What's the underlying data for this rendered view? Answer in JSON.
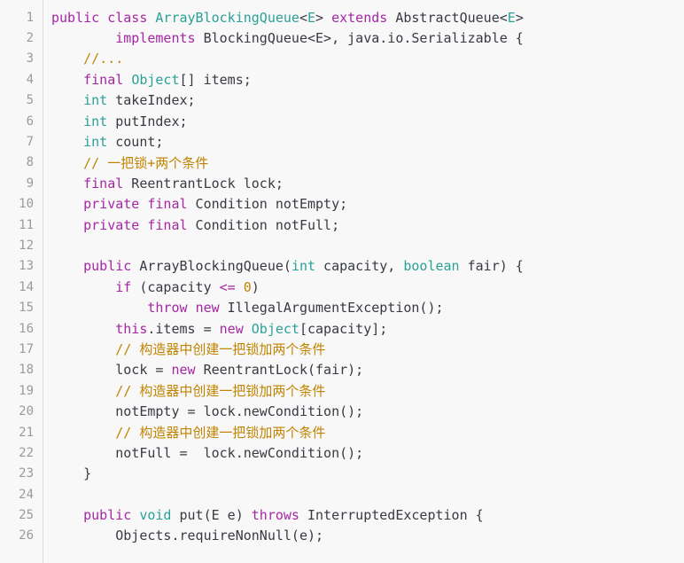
{
  "colors": {
    "background": "#f8f8f8",
    "keyword": "#a626a4",
    "type": "#2aa198",
    "plain": "#383a42",
    "comment": "#c18401",
    "number": "#c18401",
    "line_number": "#9a9a9a"
  },
  "lines": [
    {
      "n": "1",
      "tokens": [
        [
          "kw",
          "public"
        ],
        [
          "pl",
          " "
        ],
        [
          "kw",
          "class"
        ],
        [
          "pl",
          " "
        ],
        [
          "ty",
          "ArrayBlockingQueue"
        ],
        [
          "pl",
          "<"
        ],
        [
          "ty",
          "E"
        ],
        [
          "pl",
          "> "
        ],
        [
          "kw",
          "extends"
        ],
        [
          "pl",
          " AbstractQueue<"
        ],
        [
          "ty",
          "E"
        ],
        [
          "pl",
          ">"
        ]
      ]
    },
    {
      "n": "2",
      "tokens": [
        [
          "pl",
          "        "
        ],
        [
          "kw",
          "implements"
        ],
        [
          "pl",
          " BlockingQueue<E>, java.io.Serializable {"
        ]
      ]
    },
    {
      "n": "3",
      "tokens": [
        [
          "pl",
          "    "
        ],
        [
          "cm",
          "//..."
        ]
      ]
    },
    {
      "n": "4",
      "tokens": [
        [
          "pl",
          "    "
        ],
        [
          "kw",
          "final"
        ],
        [
          "pl",
          " "
        ],
        [
          "ty",
          "Object"
        ],
        [
          "pl",
          "[] items;"
        ]
      ]
    },
    {
      "n": "5",
      "tokens": [
        [
          "pl",
          "    "
        ],
        [
          "ty",
          "int"
        ],
        [
          "pl",
          " takeIndex;"
        ]
      ]
    },
    {
      "n": "6",
      "tokens": [
        [
          "pl",
          "    "
        ],
        [
          "ty",
          "int"
        ],
        [
          "pl",
          " putIndex;"
        ]
      ]
    },
    {
      "n": "7",
      "tokens": [
        [
          "pl",
          "    "
        ],
        [
          "ty",
          "int"
        ],
        [
          "pl",
          " count;"
        ]
      ]
    },
    {
      "n": "8",
      "tokens": [
        [
          "pl",
          "    "
        ],
        [
          "cm",
          "// 一把锁+两个条件"
        ]
      ]
    },
    {
      "n": "9",
      "tokens": [
        [
          "pl",
          "    "
        ],
        [
          "kw",
          "final"
        ],
        [
          "pl",
          " ReentrantLock lock;"
        ]
      ]
    },
    {
      "n": "10",
      "tokens": [
        [
          "pl",
          "    "
        ],
        [
          "kw",
          "private"
        ],
        [
          "pl",
          " "
        ],
        [
          "kw",
          "final"
        ],
        [
          "pl",
          " Condition notEmpty;"
        ]
      ]
    },
    {
      "n": "11",
      "tokens": [
        [
          "pl",
          "    "
        ],
        [
          "kw",
          "private"
        ],
        [
          "pl",
          " "
        ],
        [
          "kw",
          "final"
        ],
        [
          "pl",
          " Condition notFull;"
        ]
      ]
    },
    {
      "n": "12",
      "tokens": [
        [
          "pl",
          " "
        ]
      ]
    },
    {
      "n": "13",
      "tokens": [
        [
          "pl",
          "    "
        ],
        [
          "kw",
          "public"
        ],
        [
          "pl",
          " ArrayBlockingQueue("
        ],
        [
          "ty",
          "int"
        ],
        [
          "pl",
          " capacity, "
        ],
        [
          "ty",
          "boolean"
        ],
        [
          "pl",
          " fair) {"
        ]
      ]
    },
    {
      "n": "14",
      "tokens": [
        [
          "pl",
          "        "
        ],
        [
          "kw",
          "if"
        ],
        [
          "pl",
          " (capacity "
        ],
        [
          "kw",
          "<="
        ],
        [
          "pl",
          " "
        ],
        [
          "num",
          "0"
        ],
        [
          "pl",
          ")"
        ]
      ]
    },
    {
      "n": "15",
      "tokens": [
        [
          "pl",
          "            "
        ],
        [
          "kw",
          "throw"
        ],
        [
          "pl",
          " "
        ],
        [
          "kw",
          "new"
        ],
        [
          "pl",
          " IllegalArgumentException();"
        ]
      ]
    },
    {
      "n": "16",
      "tokens": [
        [
          "pl",
          "        "
        ],
        [
          "kw",
          "this"
        ],
        [
          "pl",
          ".items = "
        ],
        [
          "kw",
          "new"
        ],
        [
          "pl",
          " "
        ],
        [
          "ty",
          "Object"
        ],
        [
          "pl",
          "[capacity];"
        ]
      ]
    },
    {
      "n": "17",
      "tokens": [
        [
          "pl",
          "        "
        ],
        [
          "cm",
          "// 构造器中创建一把锁加两个条件"
        ]
      ]
    },
    {
      "n": "18",
      "tokens": [
        [
          "pl",
          "        lock = "
        ],
        [
          "kw",
          "new"
        ],
        [
          "pl",
          " ReentrantLock(fair);"
        ]
      ]
    },
    {
      "n": "19",
      "tokens": [
        [
          "pl",
          "        "
        ],
        [
          "cm",
          "// 构造器中创建一把锁加两个条件"
        ]
      ]
    },
    {
      "n": "20",
      "tokens": [
        [
          "pl",
          "        notEmpty = lock.newCondition();"
        ]
      ]
    },
    {
      "n": "21",
      "tokens": [
        [
          "pl",
          "        "
        ],
        [
          "cm",
          "// 构造器中创建一把锁加两个条件"
        ]
      ]
    },
    {
      "n": "22",
      "tokens": [
        [
          "pl",
          "        notFull =  lock.newCondition();"
        ]
      ]
    },
    {
      "n": "23",
      "tokens": [
        [
          "pl",
          "    }"
        ]
      ]
    },
    {
      "n": "24",
      "tokens": [
        [
          "pl",
          " "
        ]
      ]
    },
    {
      "n": "25",
      "tokens": [
        [
          "pl",
          "    "
        ],
        [
          "kw",
          "public"
        ],
        [
          "pl",
          " "
        ],
        [
          "ty",
          "void"
        ],
        [
          "pl",
          " put(E e) "
        ],
        [
          "kw",
          "throws"
        ],
        [
          "pl",
          " InterruptedException {"
        ]
      ]
    },
    {
      "n": "26",
      "tokens": [
        [
          "pl",
          "        Objects.requireNonNull(e);"
        ]
      ]
    }
  ]
}
